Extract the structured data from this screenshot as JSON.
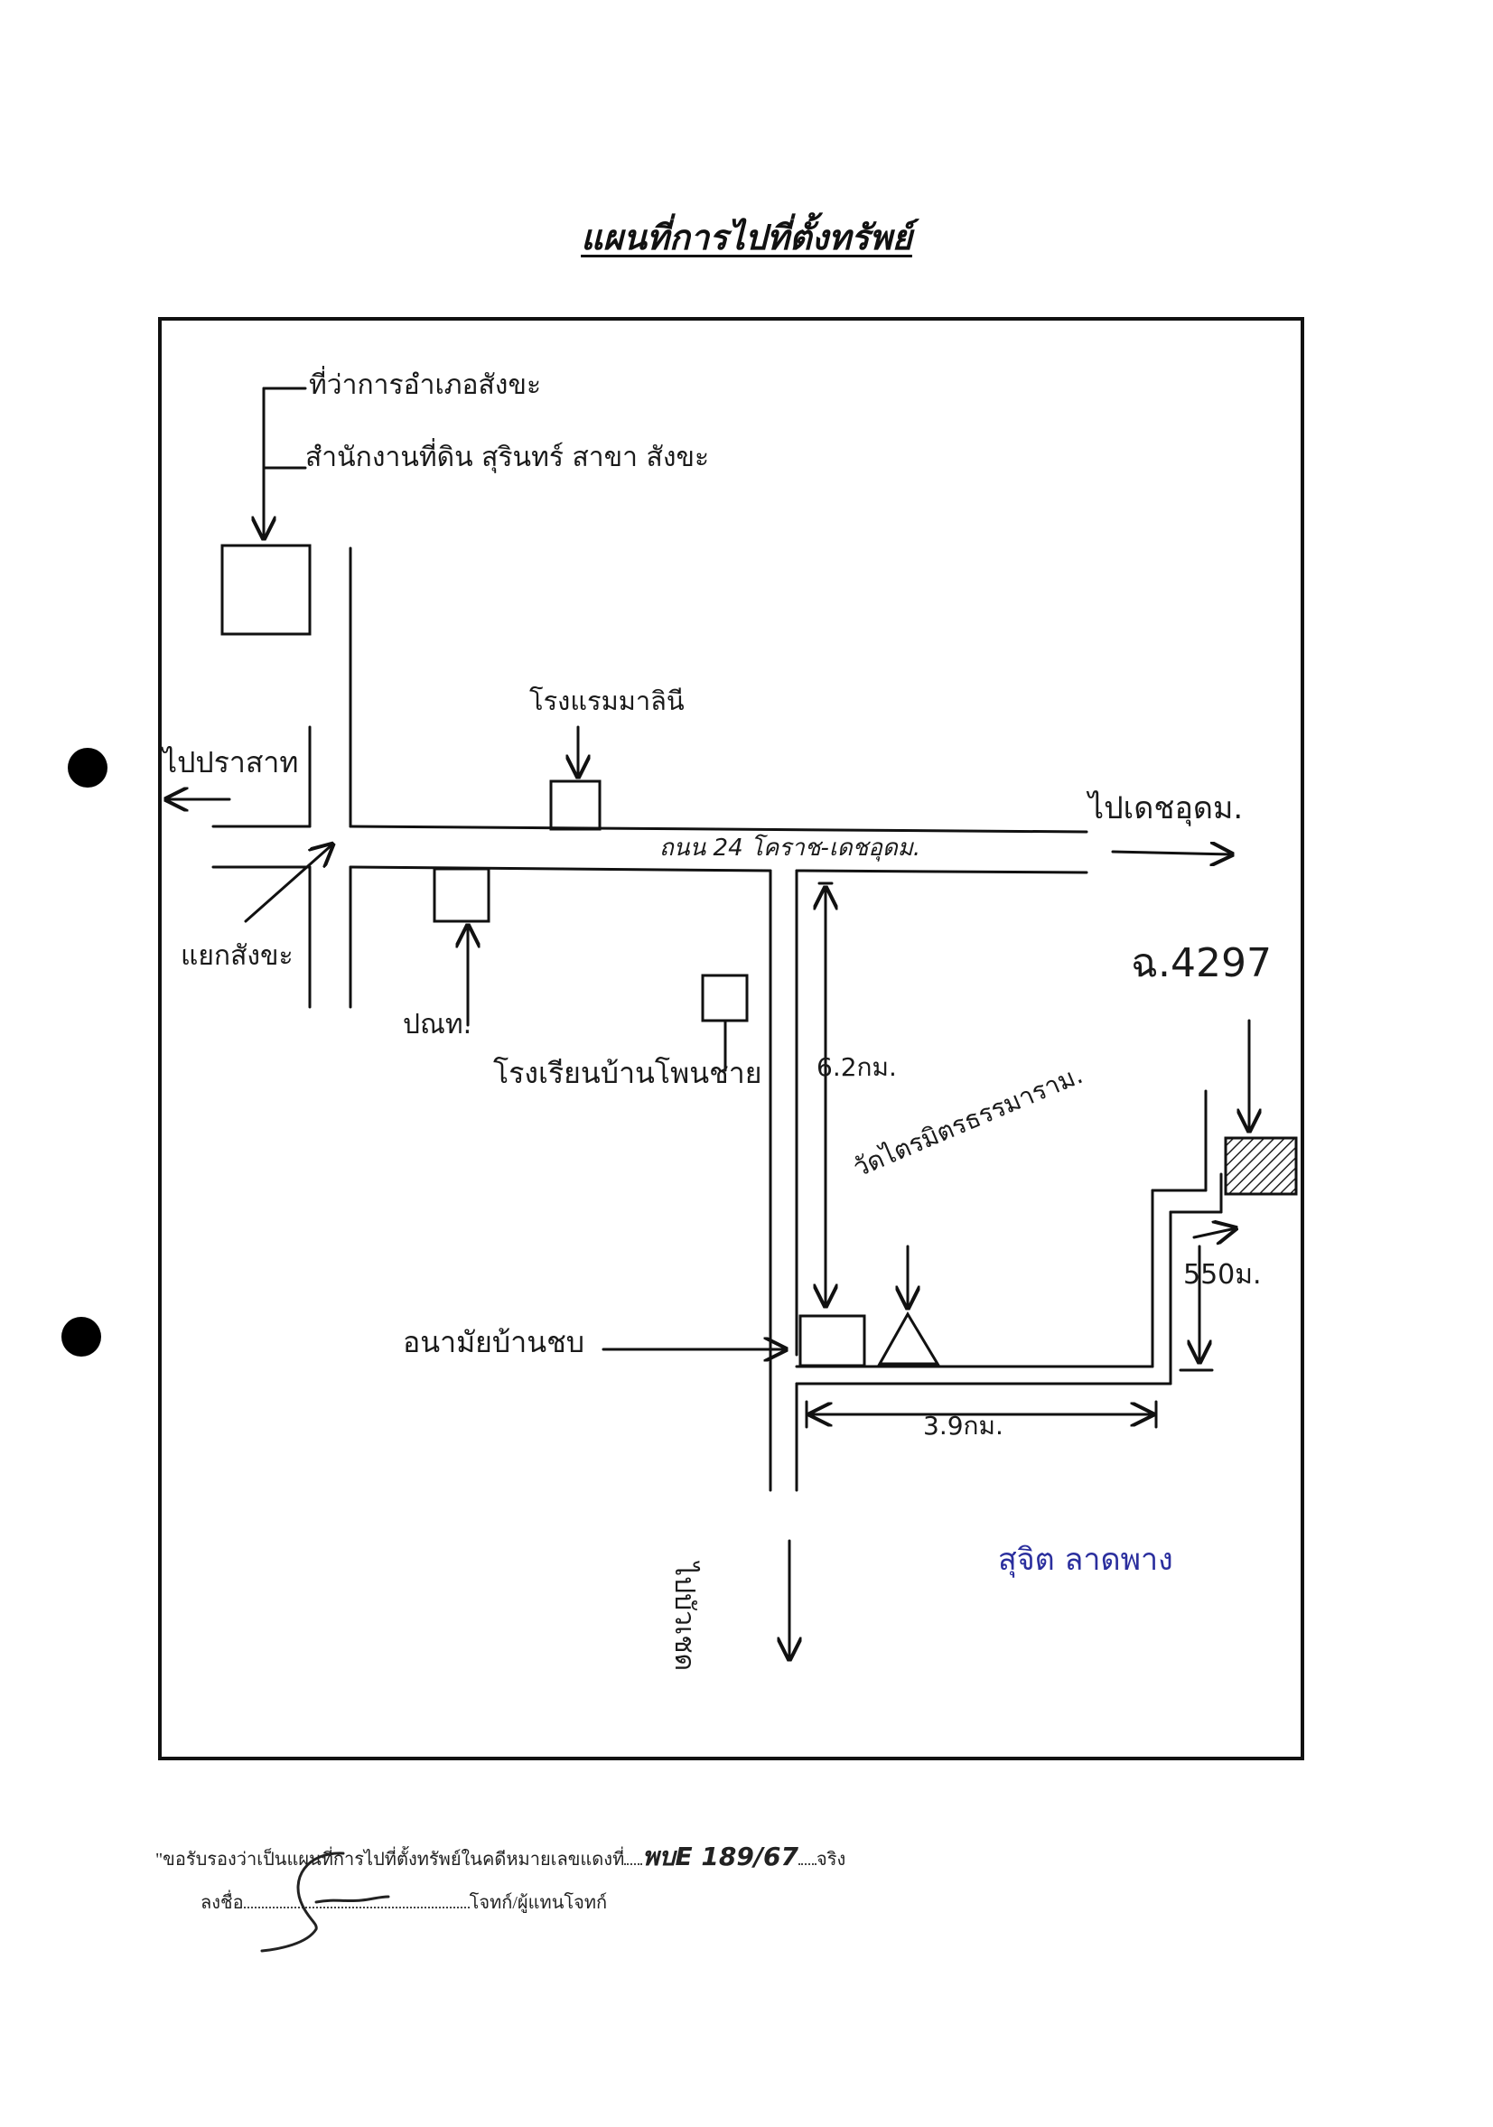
{
  "title": "แผนที่การไปที่ตั้งทรัพย์",
  "labels": {
    "district_office": "ที่ว่าการอำเภอสังขะ",
    "land_office": "สำนักงานที่ดิน สุรินทร์ สาขา สังขะ",
    "to_prasat": "ไปปราสาท",
    "hotel": "โรงแรมมาลินี",
    "to_det_udom": "ไปเดชอุดม.",
    "road": "ถนน 24 โคราช-เดชอุดม.",
    "junction": "แยกสังขะ",
    "post_office": "ปณท.",
    "school": "โรงเรียนบ้านโพนชาย",
    "dist_vertical": "6.2กม.",
    "road_code": "ฉ.4297",
    "temple": "วัดไตรมิตรธรรมาราม.",
    "dist_short": "550ม.",
    "health_center": "อนามัยบ้านชบ",
    "dist_horizontal": "3.9กม.",
    "to_buachet": "ไปบัวเชด",
    "blue_signature": "สุจิต ลาดพาง"
  },
  "certification": {
    "line1_prefix": "\"ขอรับรองว่าเป็นแผนที่การไปที่ตั้งทรัพย์ในคดีหมายเลขแดงที่",
    "case_number": "พบE 189/67",
    "line1_suffix": "จริง",
    "sign_label": "ลงชื่อ",
    "role": "โจทก์/ผู้แทนโจทก์"
  }
}
